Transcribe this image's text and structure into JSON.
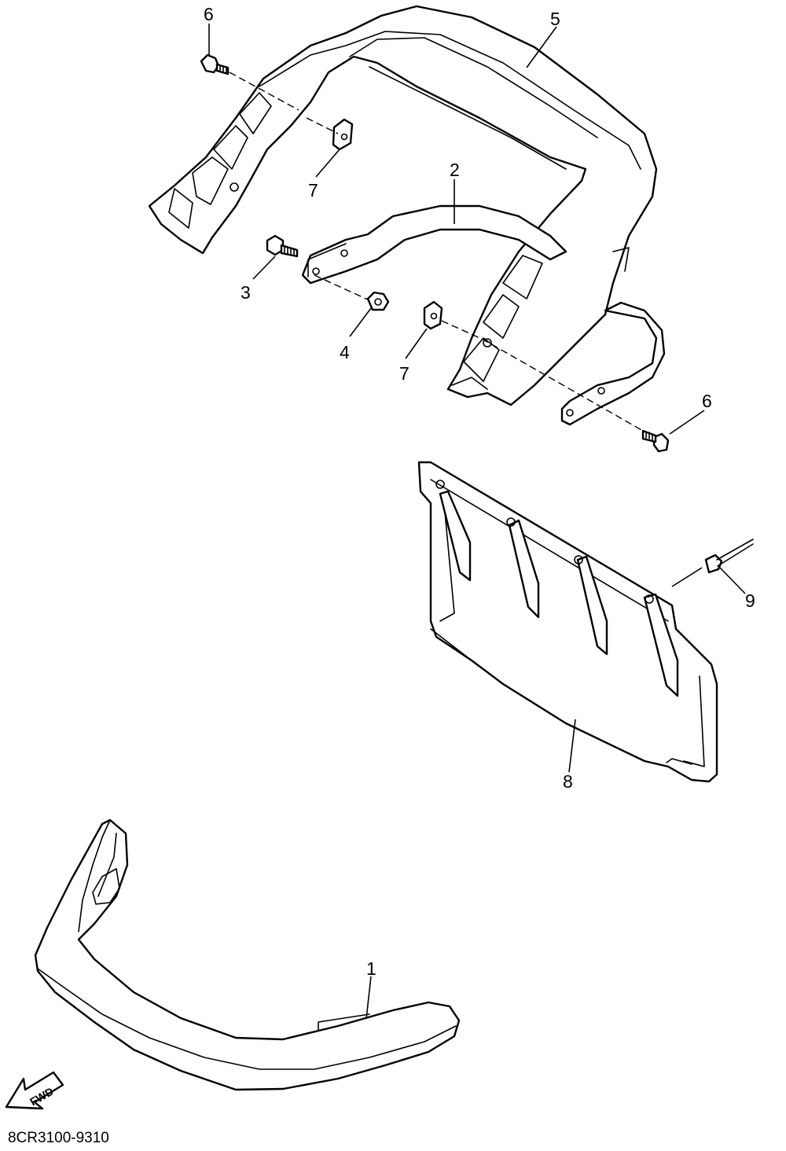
{
  "callouts": {
    "part_1": "1",
    "part_2": "2",
    "part_3": "3",
    "part_4": "4",
    "part_5": "5",
    "part_6a": "6",
    "part_6b": "6",
    "part_7a": "7",
    "part_7b": "7",
    "part_8": "8",
    "part_9": "9"
  },
  "direction_arrow": {
    "label": "FWD"
  },
  "diagram_code": "8CR3100-9310"
}
